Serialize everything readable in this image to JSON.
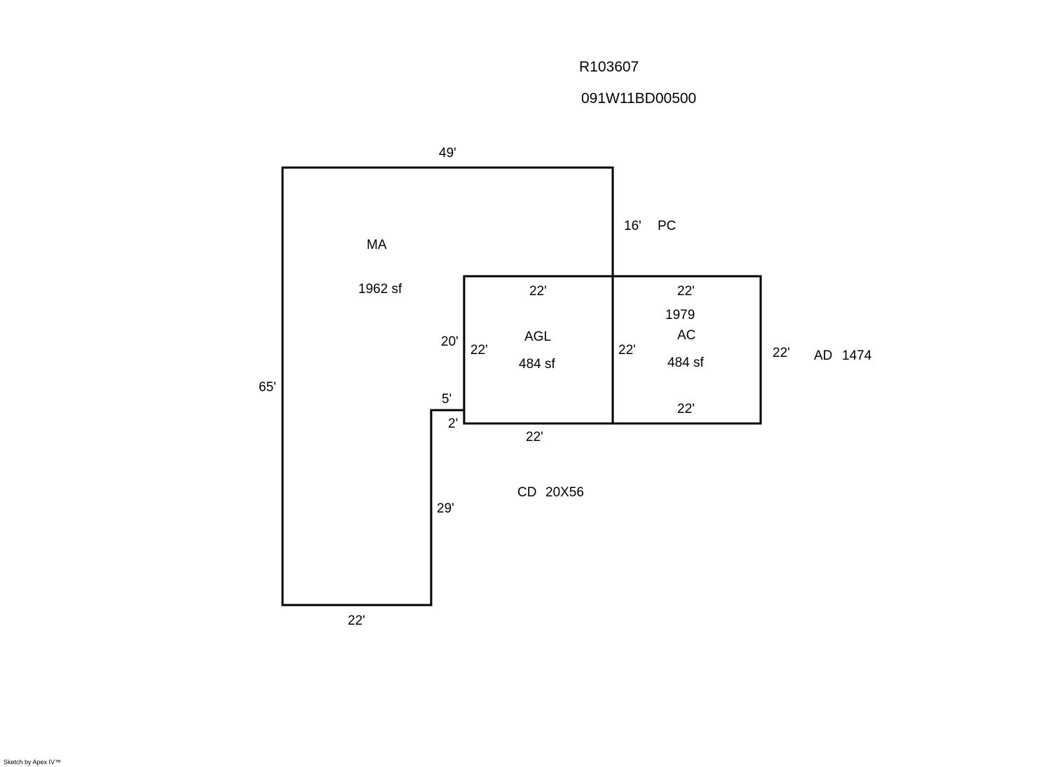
{
  "header": {
    "parcel_number": "R103607",
    "map_tax_lot": "091W11BD00500"
  },
  "areas": {
    "ma": {
      "code": "MA",
      "area": "1962 sf"
    },
    "agl": {
      "code": "AGL",
      "area": "484 sf"
    },
    "ac": {
      "code": "AC",
      "year": "1979",
      "area": "484 sf"
    },
    "pc": {
      "code": "PC"
    },
    "ad": {
      "code": "AD",
      "value": "1474"
    },
    "cd": {
      "code": "CD",
      "size": "20X56"
    }
  },
  "dimensions": {
    "ma_top": "49'",
    "ma_left": "65'",
    "ma_bottom": "22'",
    "ma_inner_vertical": "29'",
    "ma_notch_horizontal": "5'",
    "ma_notch_vertical": "2'",
    "ma_inner_upper": "20'",
    "pc_side": "16'",
    "agl_top": "22'",
    "agl_left": "22'",
    "agl_bottom": "22'",
    "ac_top": "22'",
    "ac_left": "22'",
    "ac_right": "22'",
    "ac_bottom": "22'"
  },
  "footer": {
    "credit": "Sketch by Apex IV™"
  },
  "colors": {
    "line": "#000000",
    "background": "#ffffff"
  }
}
